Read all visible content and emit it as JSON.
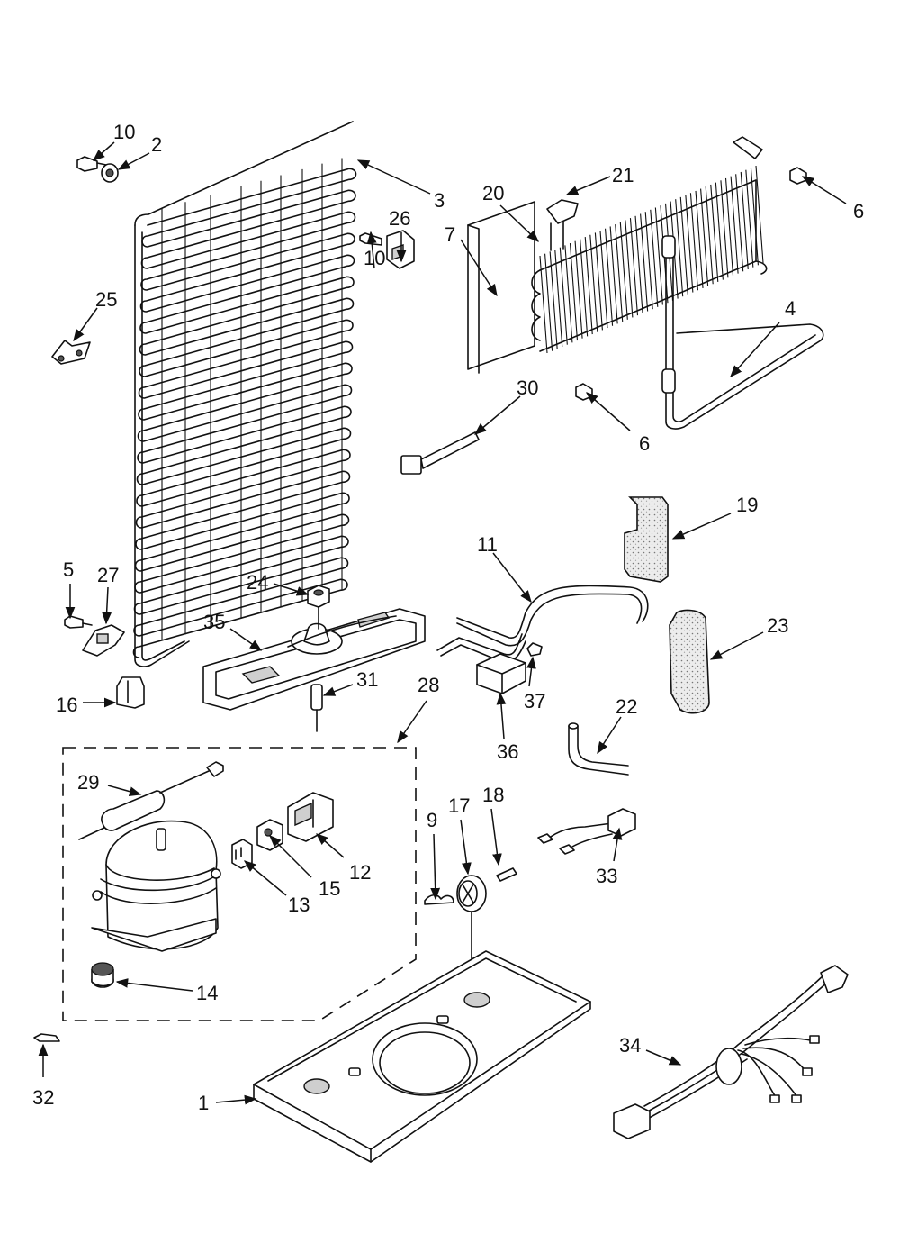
{
  "diagram": {
    "labels": {
      "p1": "1",
      "p2": "2",
      "p3": "3",
      "p4": "4",
      "p5": "5",
      "p6a": "6",
      "p6b": "6",
      "p7": "7",
      "p9": "9",
      "p10a": "10",
      "p10b": "10",
      "p11": "11",
      "p12": "12",
      "p13": "13",
      "p14": "14",
      "p15": "15",
      "p16": "16",
      "p17": "17",
      "p18": "18",
      "p19": "19",
      "p20": "20",
      "p21": "21",
      "p22": "22",
      "p23": "23",
      "p24": "24",
      "p25": "25",
      "p26": "26",
      "p27": "27",
      "p28": "28",
      "p29": "29",
      "p30": "30",
      "p31": "31",
      "p32": "32",
      "p33": "33",
      "p34": "34",
      "p35": "35",
      "p36": "36",
      "p37": "37"
    }
  }
}
